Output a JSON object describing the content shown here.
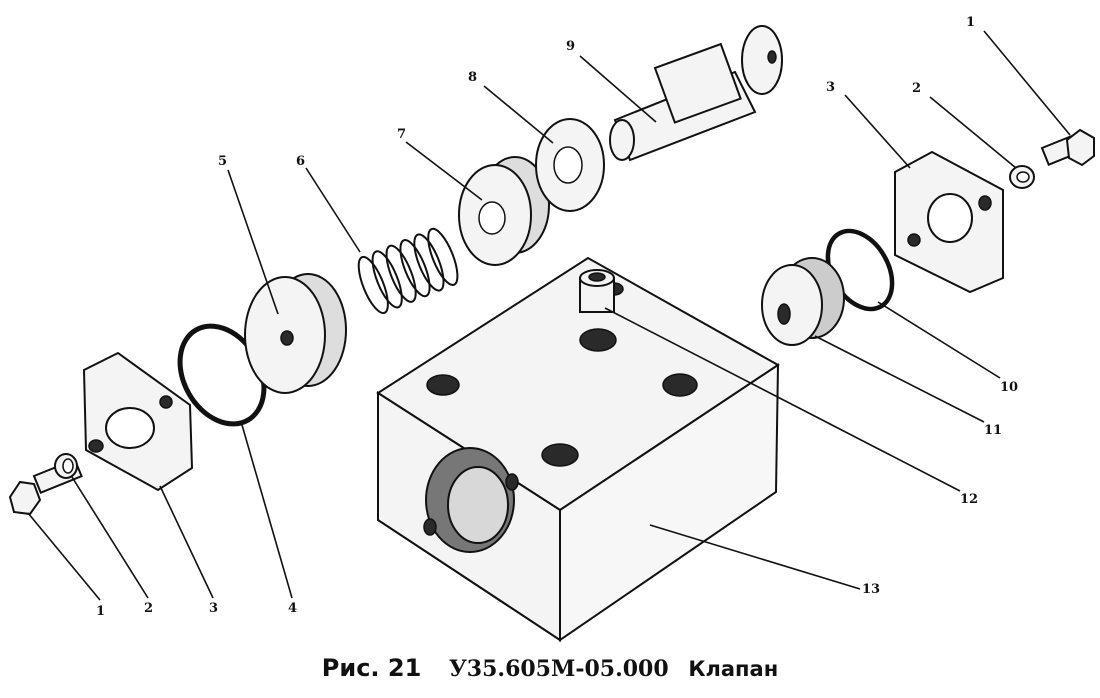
{
  "caption": {
    "figure": "Рис. 21",
    "code": "У35.605М-05.000",
    "title": "Клапан"
  },
  "callouts": [
    "1",
    "2",
    "3",
    "4",
    "5",
    "6",
    "7",
    "8",
    "9",
    "1",
    "2",
    "3",
    "10",
    "11",
    "12",
    "13"
  ]
}
